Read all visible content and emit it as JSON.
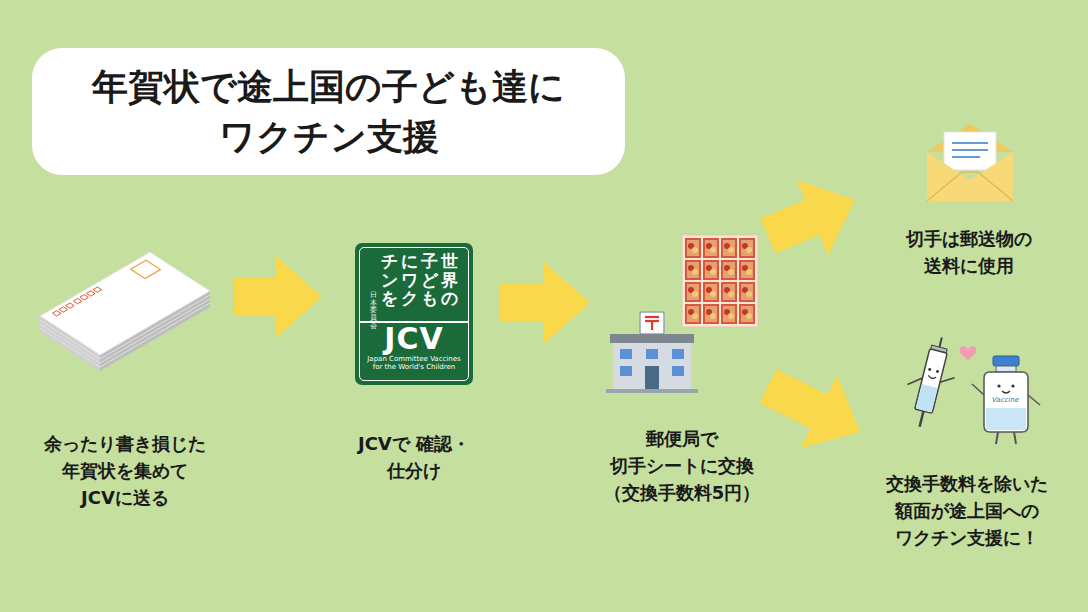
{
  "diagram": {
    "title": "年賀状で途上国の子ども達に ワクチン支援",
    "nodes": [
      {
        "text": [
          "余ったり書き損じた 年賀状を集めて JCVに送る"
        ]
      },
      {
        "text": [
          "世界の子どもにワクチンを",
          "日本委員会",
          "JCV",
          "Japan Committee Vaccines for the World's Children",
          "JCVで 確認・仕分け"
        ]
      },
      {
        "text": [
          "郵便局で 切手シートに交換 （交換手数料5円）"
        ]
      },
      {
        "text": [
          "切手は郵送物の 送料に使用"
        ]
      },
      {
        "text": [
          "交換手数料を除いた 額面が途上国への ワクチン支援に！"
        ]
      }
    ],
    "edges": [
      {
        "from": 0,
        "to": 1,
        "arrow": "to"
      },
      {
        "from": 1,
        "to": 2,
        "arrow": "to"
      },
      {
        "from": 2,
        "to": 3,
        "arrow": "to"
      },
      {
        "from": 2,
        "to": 4,
        "arrow": "to"
      }
    ],
    "labels": [
      "Vaccine"
    ]
  }
}
